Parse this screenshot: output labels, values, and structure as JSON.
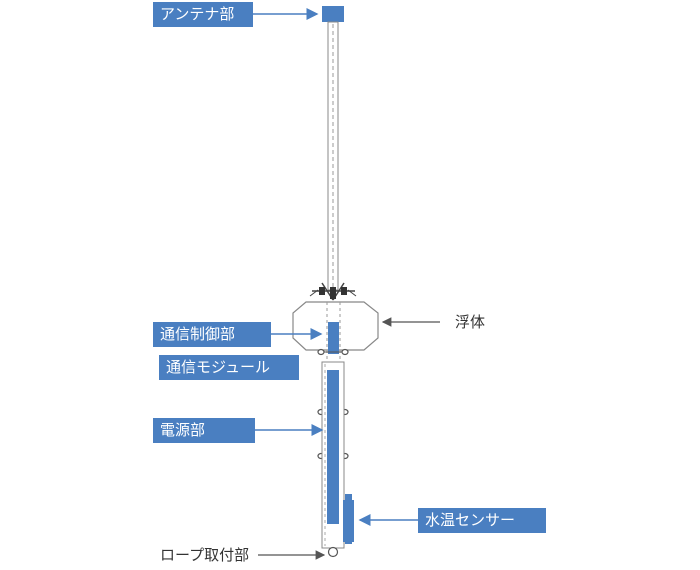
{
  "labels": {
    "antenna": "アンテナ部",
    "comm_control": "通信制御部",
    "comm_module": "通信モジュール",
    "power": "電源部",
    "water_temp_sensor": "水温センサー",
    "float": "浮体",
    "rope_mount": "ロープ取付部"
  },
  "colors": {
    "callout_fill": "#4a7fc1",
    "component_fill": "#4a7fc1",
    "arrow_blue": "#4a7fc1",
    "arrow_gray": "#555555",
    "outline": "#888888"
  }
}
